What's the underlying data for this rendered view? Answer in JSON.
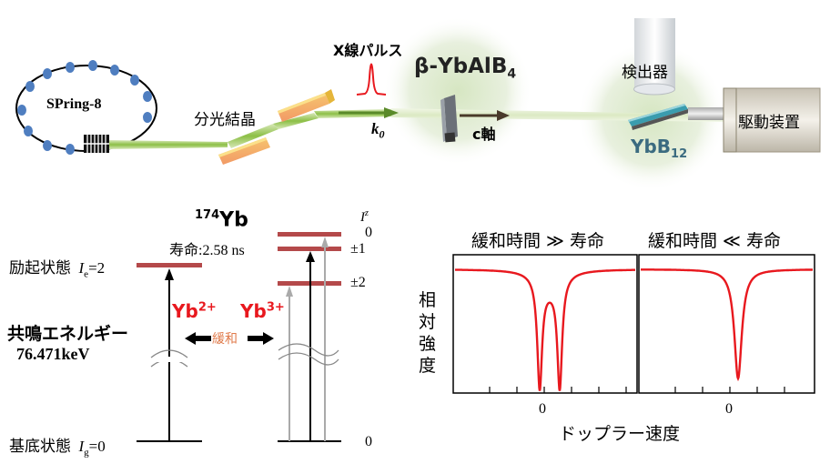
{
  "top": {
    "ring_label": "SPring-8",
    "crystal_label": "分光結晶",
    "pulse_label": "X線パルス",
    "sample_label": "β-YbAlB",
    "sample_sub": "4",
    "k_label": "k",
    "k_sub": "0",
    "c_axis_label": "c軸",
    "detector_label": "検出器",
    "ref_label": "YbB",
    "ref_sub": "12",
    "drive_label": "駆動装置"
  },
  "levels": {
    "isotope_sup": "174",
    "isotope": "Yb",
    "lifetime": "寿命:2.58 ns",
    "excited_text": "励起状態",
    "excited_i": "I",
    "excited_sub": "e",
    "excited_val": "=2",
    "ground_text": "基底状態",
    "ground_i": "I",
    "ground_sub": "g",
    "ground_val": "=0",
    "resonance_label": "共鳴エネルギー",
    "resonance_value": "76.471keV",
    "yb2": "Yb",
    "yb2_sup": "2+",
    "yb3": "Yb",
    "yb3_sup": "3+",
    "relax": "緩和",
    "iz_label": "I",
    "iz_sup": "z",
    "iz_values": [
      "0",
      "±1",
      "±2"
    ],
    "ground_iz": "0"
  },
  "spectra": {
    "ylabel": "相対強度",
    "xlabel": "ドップラー速度",
    "line_color": "#e8181e",
    "panels": [
      {
        "title": "緩和時間 ≫ 寿命",
        "zero_label": "0"
      },
      {
        "title": "緩和時間 ≪ 寿命",
        "zero_label": "0"
      }
    ]
  },
  "colors": {
    "level_red": "#b4494a",
    "beam_green": "#8cbf46",
    "dot_blue": "#4f7ec0"
  }
}
